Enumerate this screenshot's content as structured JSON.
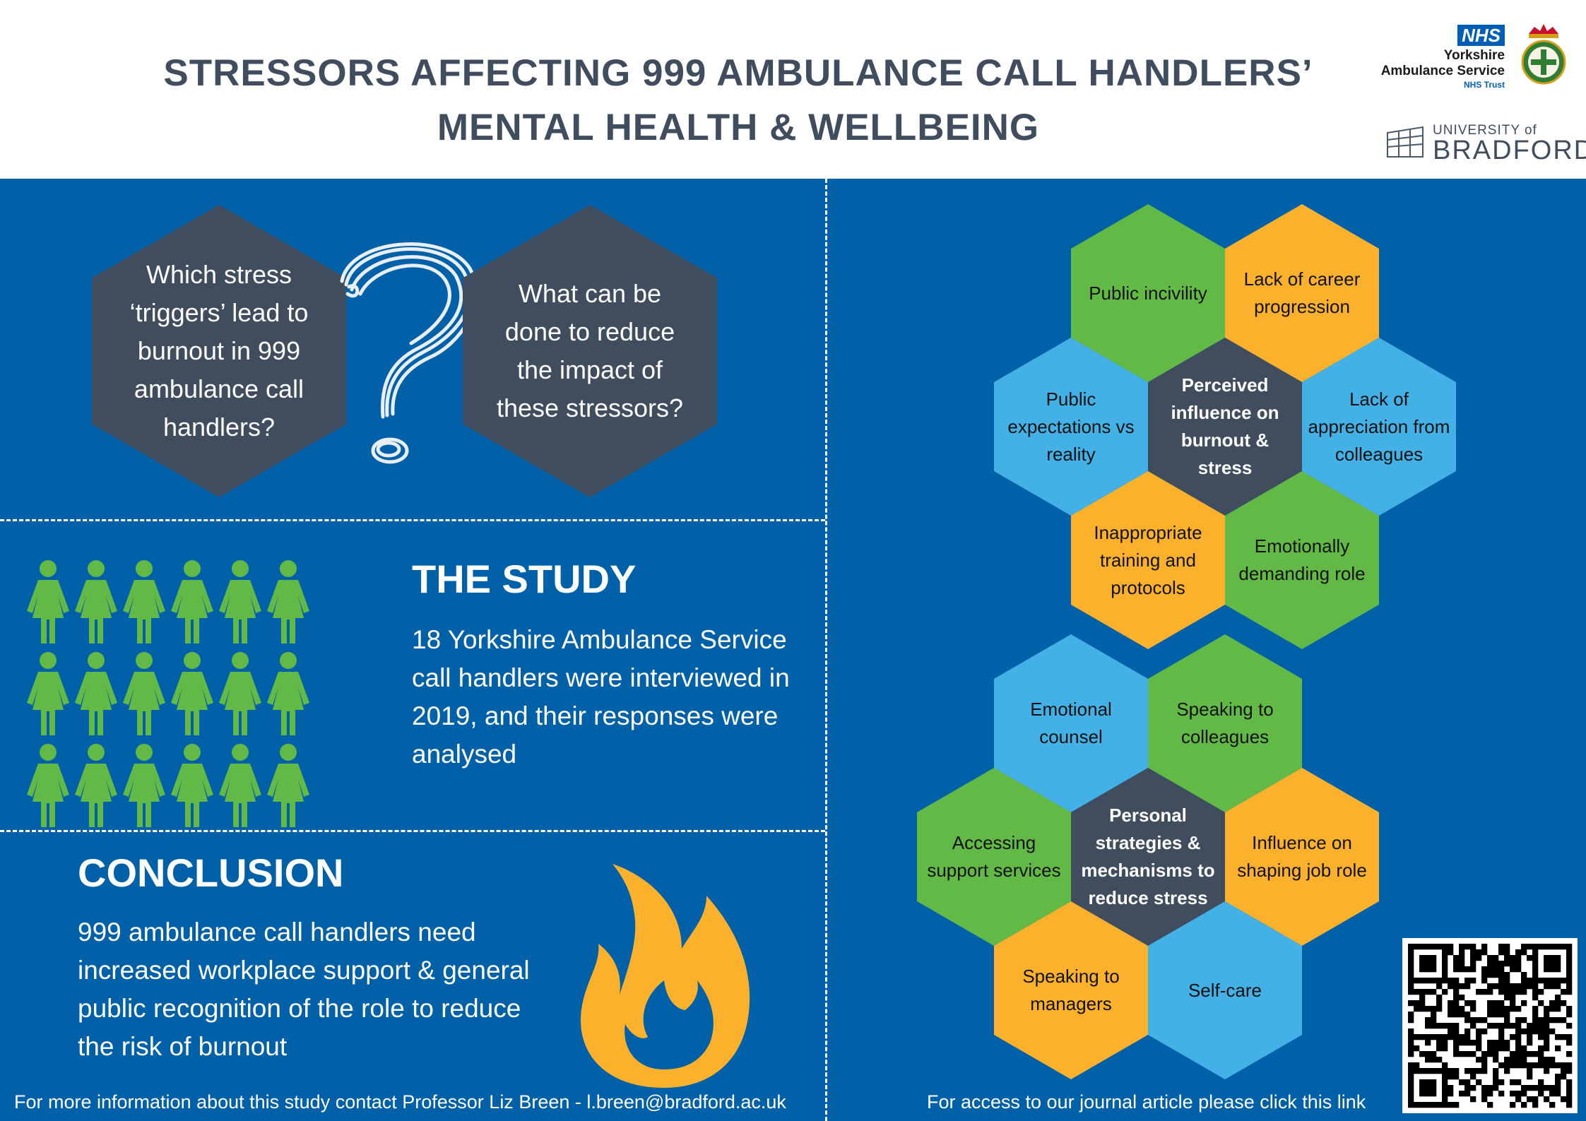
{
  "header": {
    "title_line1": "STRESSORS AFFECTING 999 AMBULANCE CALL HANDLERS’",
    "title_line2": "MENTAL HEALTH & WELLBEING",
    "nhs_logo": {
      "badge": "NHS",
      "line1": "Yorkshire",
      "line2": "Ambulance Service",
      "line3": "NHS Trust"
    },
    "crest_icon": "ambulance-service-crest-icon",
    "university_logo": {
      "line1": "UNIVERSITY of",
      "line2": "BRADFORD"
    }
  },
  "questions": {
    "left": "Which stress ‘triggers’ lead to burnout in 999 ambulance call handlers?",
    "right": "What can be done to reduce the impact of these stressors?",
    "icon": "question-mark-icon"
  },
  "study": {
    "title": "THE STUDY",
    "text": "18 Yorkshire Ambulance Service call handlers were interviewed in 2019, and their responses were analysed",
    "people_icon": "person-icon",
    "people_count": 18
  },
  "conclusion": {
    "title": "CONCLUSION",
    "text": "999 ambulance call handlers need increased workplace support & general public recognition of the role to reduce the risk of burnout",
    "icon": "flame-icon"
  },
  "stressors": {
    "center": "Perceived influence on burnout & stress",
    "items": [
      "Public incivility",
      "Lack of career progression",
      "Public expectations vs reality",
      "Lack of appreciation from colleagues",
      "Inappropriate training and protocols",
      "Emotionally demanding role"
    ]
  },
  "strategies": {
    "center": "Personal strategies & mechanisms to reduce stress",
    "items": [
      "Emotional counsel",
      "Speaking to colleagues",
      "Accessing support services",
      "Influence on shaping job role",
      "Speaking to managers",
      "Self-care"
    ]
  },
  "footer": {
    "left": "For more information about this study contact Professor Liz Breen - l.breen@bradford.ac.uk",
    "right": "For access to our journal article please click this link",
    "qr_icon": "qr-code-icon"
  },
  "colors": {
    "background_blue": "#0061a8",
    "slate": "#3f4d5e",
    "green": "#62b946",
    "orange": "#fbb12b",
    "light_blue": "#43b1e5"
  }
}
